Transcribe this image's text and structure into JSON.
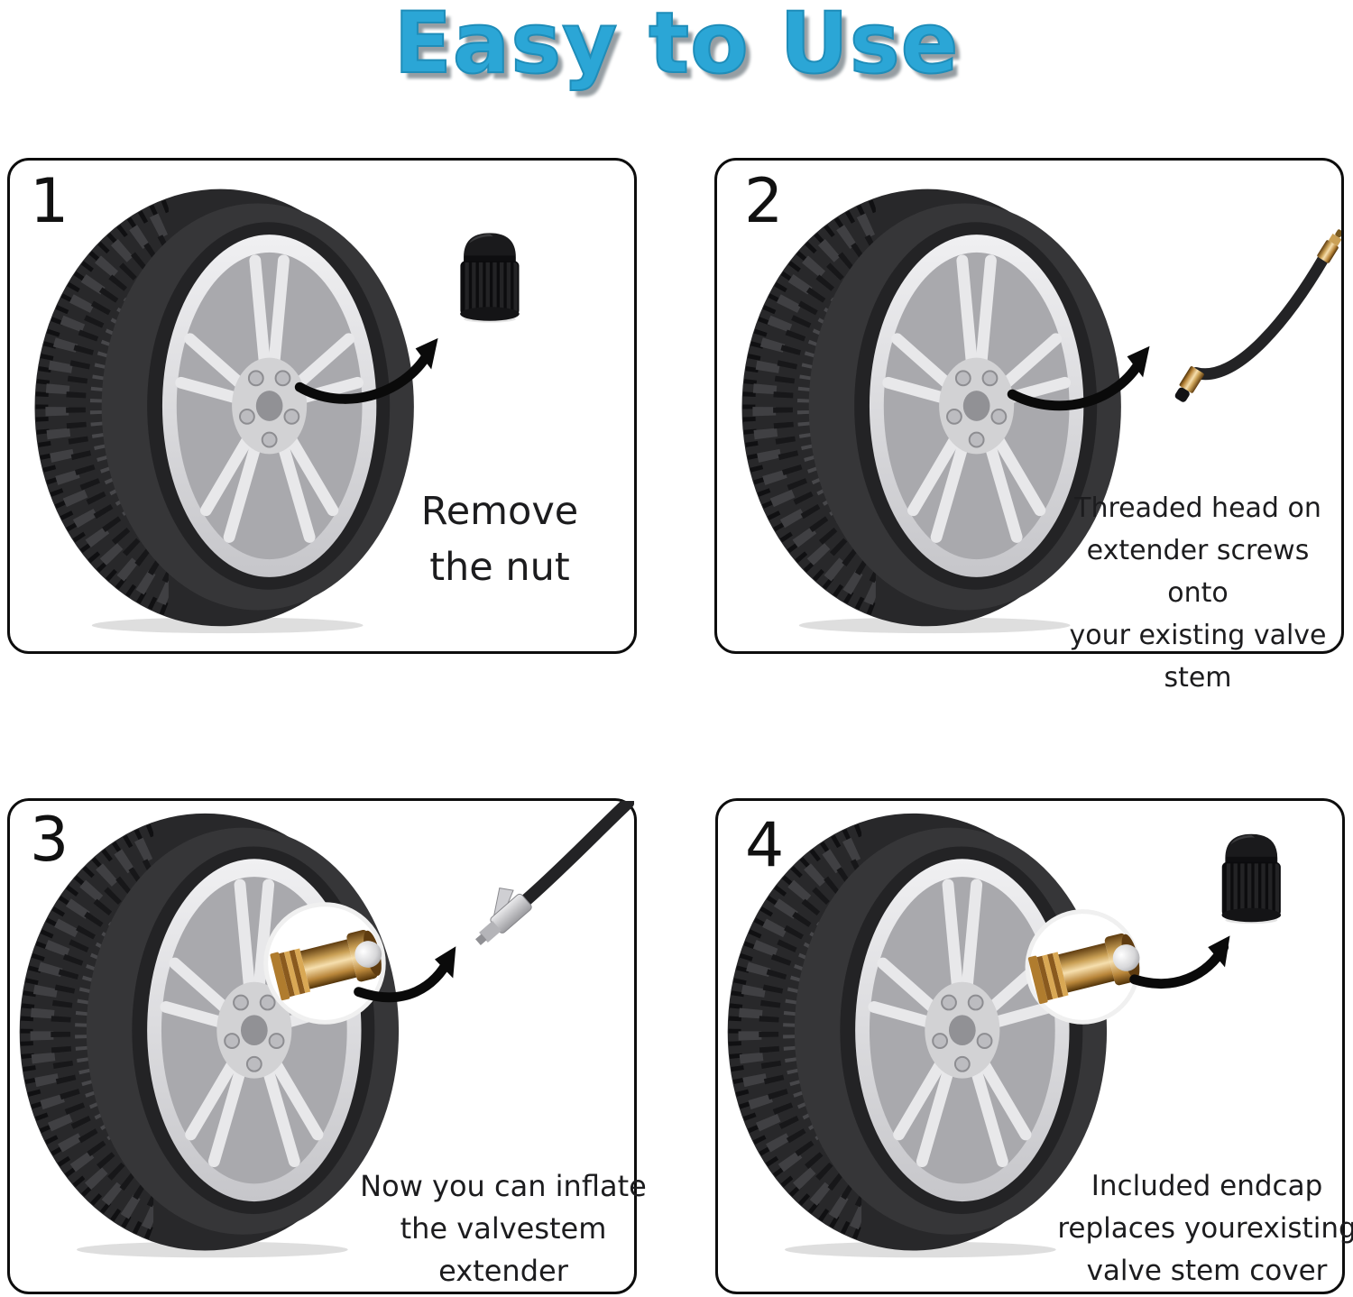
{
  "title": "Easy to Use",
  "accent_color": "#2ba6d6",
  "panels": [
    {
      "number": "1",
      "caption": "Remove\nthe nut",
      "item": "black-valve-cap"
    },
    {
      "number": "2",
      "caption": "Threaded head on\nextender screws onto\nyour existing valve\nstem",
      "item": "hose-valve-extender"
    },
    {
      "number": "3",
      "caption": "Now you can inflate\nthe valvestem\nextender",
      "item": "air-chuck-hose"
    },
    {
      "number": "4",
      "caption": "Included endcap\nreplaces yourexisting\nvalve stem cover",
      "item": "black-valve-cap"
    }
  ]
}
